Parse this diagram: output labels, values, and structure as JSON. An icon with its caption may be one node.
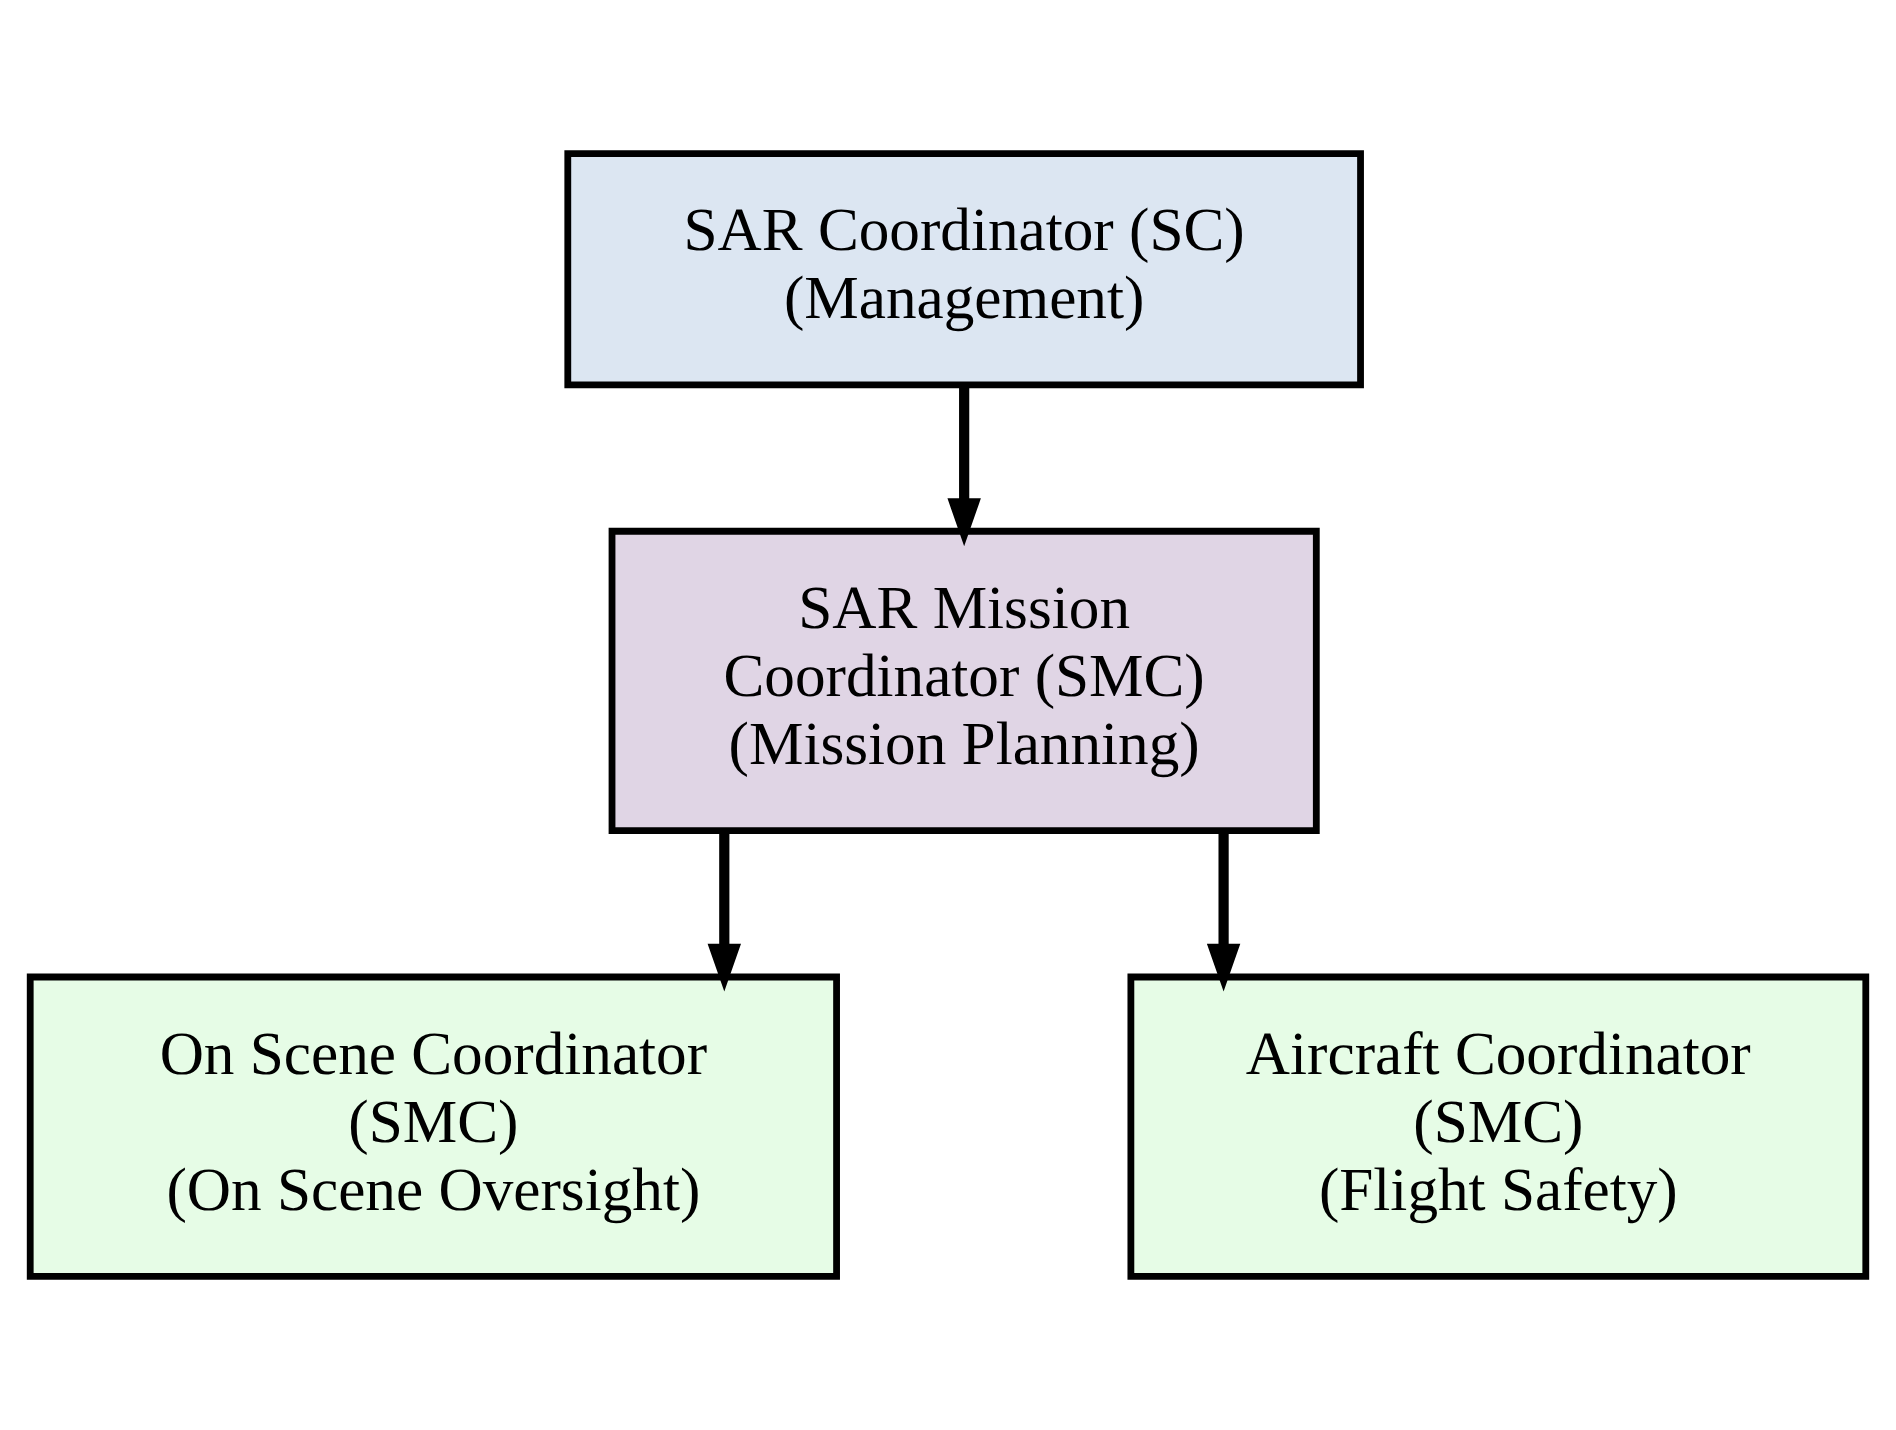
{
  "diagram": {
    "nodes": [
      {
        "text": [
          "SAR Coordinator (SC)",
          "(Management)"
        ]
      },
      {
        "text": [
          "SAR Mission Coordinator (SMC)",
          "(Mission Planning)"
        ]
      },
      {
        "text": [
          "On Scene Coordinator (SMC)",
          "(On Scene Oversight)"
        ]
      },
      {
        "text": [
          "Aircraft Coordinator (SMC)",
          "(Flight Safety)"
        ]
      }
    ],
    "edges": [
      {
        "from": 0,
        "to": 1,
        "arrow": "to"
      },
      {
        "from": 1,
        "to": 2,
        "arrow": "to"
      },
      {
        "from": 1,
        "to": 3,
        "arrow": "to"
      }
    ]
  }
}
